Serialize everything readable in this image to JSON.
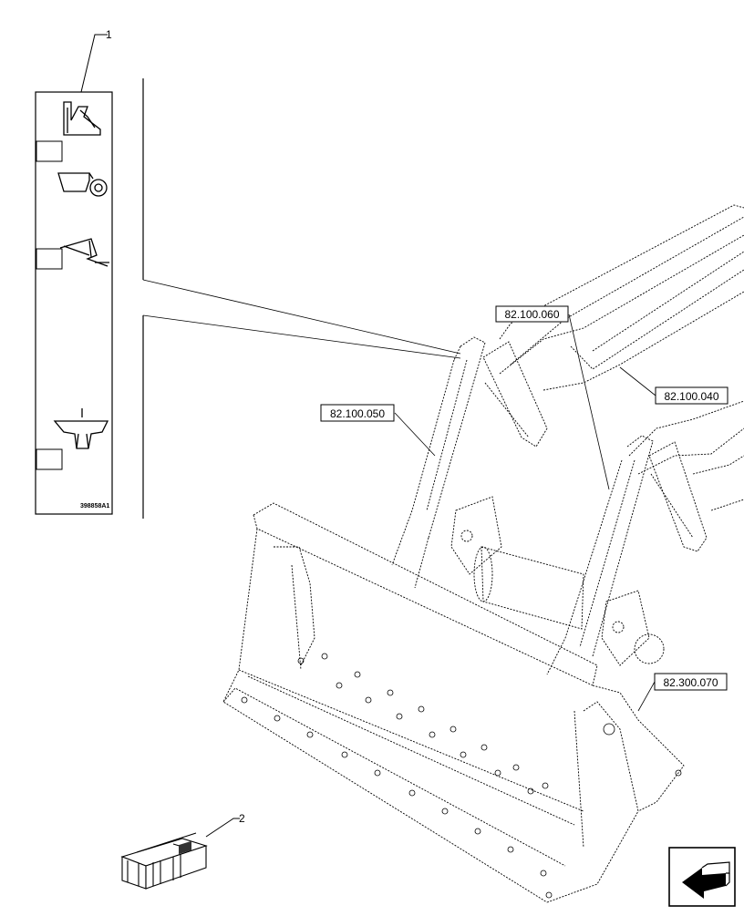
{
  "diagram": {
    "callouts": {
      "item1": "1",
      "item2": "2"
    },
    "decal_code": "398858A1",
    "references": {
      "ref_060": "82.100.060",
      "ref_050": "82.100.050",
      "ref_040": "82.100.040",
      "ref_070": "82.300.070"
    },
    "icons": {
      "decal_top": "loader-boom-icon",
      "decal_mid": "bucket-wheel-icon",
      "decal_low": "bucket-arm-icon",
      "decal_bottom": "fork-tool-icon",
      "crate": "shipping-crate-icon",
      "nav": "previous-arrow-icon"
    }
  }
}
